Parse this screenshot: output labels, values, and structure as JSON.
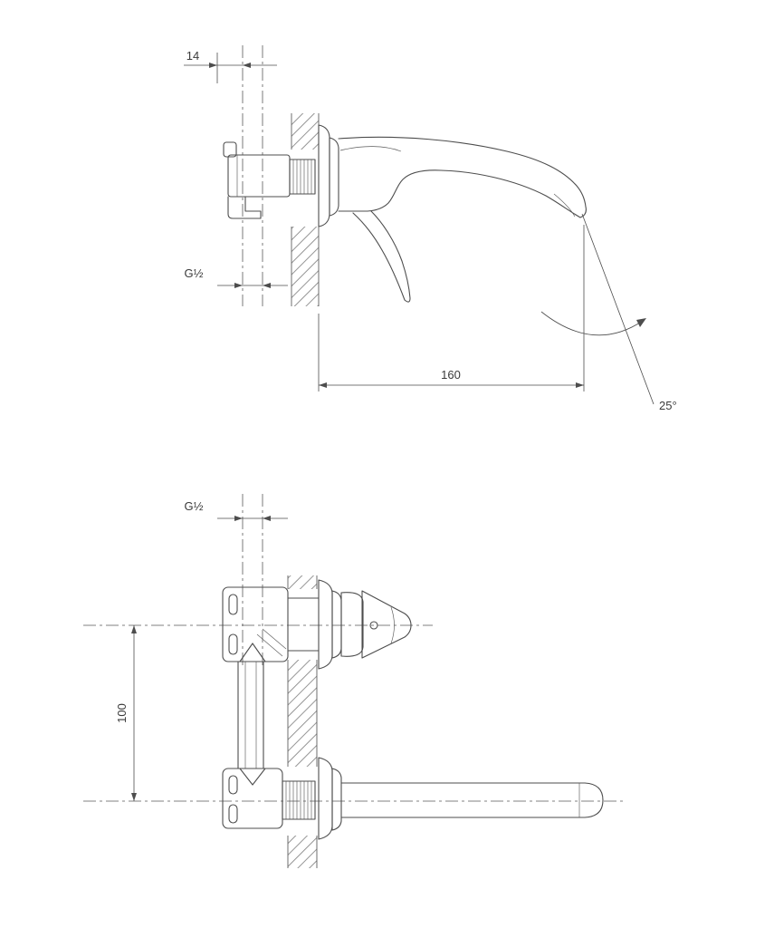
{
  "drawing": {
    "type": "technical-dimension-drawing",
    "background_color": "#ffffff",
    "line_color": "#4d4d4d",
    "views": {
      "side": {
        "labels": {
          "offset_depth": "14",
          "thread_size": "G½",
          "spout_reach": "160",
          "spout_angle": "25°"
        }
      },
      "front": {
        "labels": {
          "thread_size": "G½",
          "axis_distance": "100"
        }
      }
    }
  }
}
